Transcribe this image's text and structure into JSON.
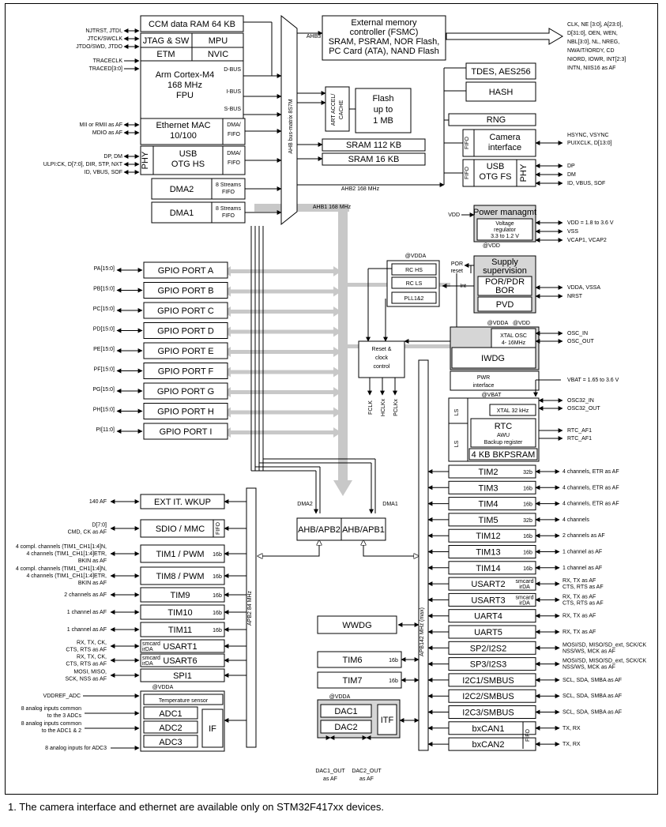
{
  "core": {
    "l1": "Arm Cortex-M4",
    "l2": "168 MHz",
    "l3": "FPU",
    "jtag": "JTAG & SW",
    "mpu": "MPU",
    "etm": "ETM",
    "nvic": "NVIC",
    "dbus": "D-BUS",
    "ibus": "I-BUS",
    "sbus": "S-BUS"
  },
  "ccm": "CCM data RAM 64 KB",
  "fsmc": {
    "l1": "External memory",
    "l2": "controller (FSMC)",
    "l3": "SRAM, PSRAM, NOR Flash,",
    "l4": "PC Card (ATA), NAND Flash"
  },
  "ahb3": "AHB3",
  "matrix": "AHB bus-matrix 8S7M",
  "art": {
    "l1": "ART ACCEL/",
    "l2": "CACHE"
  },
  "flash": {
    "l1": "Flash",
    "l2": "up to",
    "l3": "1 MB"
  },
  "sram112": "SRAM 112 KB",
  "sram16": "SRAM 16 KB",
  "ahb2bus": "AHB2 168 MHz",
  "ahb1bus": "AHB1 168 MHz",
  "eth": {
    "l1": "Ethernet MAC",
    "l2": "10/100",
    "dma": "DMA/",
    "fifo": "FIFO"
  },
  "usbhs": {
    "phy": "PHY",
    "l1": "USB",
    "l2": "OTG HS",
    "dma": "DMA/",
    "fifo": "FIFO"
  },
  "dma2": {
    "label": "DMA2",
    "s1": "8 Streams",
    "s2": "FIFO"
  },
  "dma1": {
    "label": "DMA1",
    "s1": "8 Streams",
    "s2": "FIFO"
  },
  "right_ahb": {
    "tdes": "TDES, AES256",
    "hash": "HASH",
    "rng": "RNG",
    "cam1": "Camera",
    "cam2": "interface",
    "fifo": "FIFO",
    "usbfs1": "USB",
    "usbfs2": "OTG FS",
    "phy": "PHY"
  },
  "left_sigs": {
    "jtag": [
      "NJTRST, JTDI,",
      "JTCK/SWCLK",
      "JTDO/SWD, JTDO"
    ],
    "trace": [
      "TRACECLK",
      "TRACED[3:0]"
    ],
    "eth": [
      "MII or RMII as AF",
      "MDIO as AF"
    ],
    "usbhs": [
      "DP, DM",
      "ULPI:CK, D[7:0], DIR, STP, NXT",
      "ID, VBUS, SOF"
    ]
  },
  "right_sigs": {
    "fsmc": [
      "CLK, NE [3:0], A[23:0],",
      "D[31:0], OEN, WEN,",
      "NBL[3:0], NL, NREG,",
      "NWAIT/IORDY, CD",
      "NIORD, IOWR, INT[2:3]",
      "INTN, NIIS16 as AF"
    ],
    "cam": [
      "HSYNC, VSYNC",
      "PUIXCLK, D[13:0]"
    ],
    "usbfs": [
      "DP",
      "DM",
      "ID, VBUS, SOF"
    ],
    "power": [
      "VDD = 1.8 to 3.6 V",
      "VSS",
      "VCAP1, VCAP2"
    ],
    "supply": [
      "VDDA, VSSA",
      "NRST"
    ],
    "osc": [
      "OSC_IN",
      "OSC_OUT"
    ],
    "vbat": "VBAT = 1.65 to 3.6 V",
    "osc32": [
      "OSC32_IN",
      "OSC32_OUT"
    ],
    "rtc": [
      "RTC_AF1",
      "RTC_AF1"
    ]
  },
  "gpio": [
    {
      "pin": "PA[15:0]",
      "label": "GPIO PORT A"
    },
    {
      "pin": "PB[15:0]",
      "label": "GPIO PORT B"
    },
    {
      "pin": "PC[15:0]",
      "label": "GPIO PORT C"
    },
    {
      "pin": "PD[15:0]",
      "label": "GPIO PORT D"
    },
    {
      "pin": "PE[15:0]",
      "label": "GPIO PORT E"
    },
    {
      "pin": "PF[15:0]",
      "label": "GPIO PORT F"
    },
    {
      "pin": "PG[15:0]",
      "label": "GPIO PORT G"
    },
    {
      "pin": "PH[15:0]",
      "label": "GPIO PORT H"
    },
    {
      "pin": "PI[11:0]",
      "label": "GPIO PORT I"
    }
  ],
  "power": {
    "title": "Power managmt",
    "vr1": "Voltage",
    "vr2": "regulator",
    "vr3": "3.3 to 1.2 V",
    "vdd": "VDD",
    "vddtag": "@VDD"
  },
  "supply": {
    "t1": "Supply",
    "t2": "supervision",
    "por1": "POR/PDR",
    "por2": "BOR",
    "pvd": "PVD",
    "porlbl": "POR",
    "reset": "reset",
    "int": "Int"
  },
  "clocks": {
    "vdda": "@VDDA",
    "rchs": "RC  HS",
    "rcls": "RC  LS",
    "pll": "PLL1&2",
    "r1": "Reset &",
    "r2": "clock",
    "r3": "control",
    "fclk": "FCLK",
    "hclk": "HCLKx",
    "pclk": "PCLKx"
  },
  "xtal": {
    "tag1": "@VDDA",
    "tag2": "@VDD",
    "l1": "XTAL OSC",
    "l2": "4- 16MHz",
    "iwdg": "IWDG",
    "pwr1": "PWR",
    "pwr2": "interface"
  },
  "rtc": {
    "tag": "@VBAT",
    "xtal": "XTAL 32 kHz",
    "l1": "RTC",
    "l2": "AWU",
    "l3": "Backup register",
    "bkp": "4 KB BKPSRAM",
    "ls": "LS"
  },
  "apb2_left": [
    {
      "sig": [
        "140 AF"
      ],
      "label": "EXT IT. WKUP",
      "bits": ""
    },
    {
      "sig": [
        "D[7:0]",
        "CMD, CK as AF"
      ],
      "label": "SDIO / MMC",
      "bits": "FIFO"
    },
    {
      "sig": [
        "4 compl. channels (TIM1_CH1[1:4]N,",
        "4 channels (TIM1_CH1[1:4]ETR,",
        "BKIN as AF"
      ],
      "label": "TIM1 / PWM",
      "bits": "16b"
    },
    {
      "sig": [
        "4 compl. channels (TIM1_CH1[1:4]N,",
        "4 channels (TIM1_CH1[1:4]ETR,",
        "BKIN as AF"
      ],
      "label": "TIM8 / PWM",
      "bits": "16b"
    },
    {
      "sig": [
        "2 channels as AF"
      ],
      "label": "TIM9",
      "bits": "16b"
    },
    {
      "sig": [
        "1 channel as AF"
      ],
      "label": "TIM10",
      "bits": "16b"
    },
    {
      "sig": [
        "1 channel as AF"
      ],
      "label": "TIM11",
      "bits": "16b"
    },
    {
      "sig": [
        "RX, TX, CK,",
        "CTS, RTS as AF"
      ],
      "label": "USART1",
      "bits": "smcard irDA"
    },
    {
      "sig": [
        "RX, TX, CK,",
        "CTS, RTS as AF"
      ],
      "label": "USART6",
      "bits": "smcard irDA"
    },
    {
      "sig": [
        "MOSI, MISO,",
        "SCK, NSS as AF"
      ],
      "label": "SPI1",
      "bits": ""
    }
  ],
  "adc": {
    "sig0": "VDDREF_ADC",
    "sig1": [
      "8 analog inputs common",
      "to the 3 ADCs"
    ],
    "sig2": [
      "8 analog inputs common",
      "to the ADC1 & 2"
    ],
    "sig3": "8 analog inputs for ADC3",
    "tag": "@VDDA",
    "temp": "Temperature sensor",
    "adc1": "ADC1",
    "adc2": "ADC2",
    "adc3": "ADC3",
    "if": "IF"
  },
  "apb2bus": "APB2 84 MHz",
  "apb1bus": "APB142 MHz (max)",
  "bridges": {
    "ahbapb2": "AHB/APB2",
    "ahbapb1": "AHB/APB1",
    "dma2": "DMA2",
    "dma1": "DMA1"
  },
  "mid": {
    "wwdg": "WWDG",
    "tim6": "TIM6",
    "tim7": "TIM7",
    "bits": "16b"
  },
  "dac": {
    "tag": "@VDDA",
    "dac1": "DAC1",
    "dac2": "DAC2",
    "itf": "ITF",
    "out1": [
      "DAC1_OUT",
      "as AF"
    ],
    "out2": [
      "DAC2_OUT",
      "as AF"
    ]
  },
  "apb1_right": [
    {
      "label": "TIM2",
      "bits": "32b",
      "sig": [
        "4 channels, ETR as AF"
      ]
    },
    {
      "label": "TIM3",
      "bits": "16b",
      "sig": [
        "4 channels, ETR as AF"
      ]
    },
    {
      "label": "TIM4",
      "bits": "16b",
      "sig": [
        "4 channels, ETR as AF"
      ]
    },
    {
      "label": "TIM5",
      "bits": "32b",
      "sig": [
        "4 channels"
      ]
    },
    {
      "label": "TIM12",
      "bits": "16b",
      "sig": [
        "2 channels as AF"
      ]
    },
    {
      "label": "TIM13",
      "bits": "16b",
      "sig": [
        "1 channel as AF"
      ]
    },
    {
      "label": "TIM14",
      "bits": "16b",
      "sig": [
        "1 channel as AF"
      ]
    },
    {
      "label": "USART2",
      "bits": "smcard irDA",
      "sig": [
        "RX, TX as AF",
        "CTS, RTS as AF"
      ]
    },
    {
      "label": "USART3",
      "bits": "smcard irDA",
      "sig": [
        "RX, TX as AF",
        "CTS, RTS as AF"
      ]
    },
    {
      "label": "UART4",
      "bits": "",
      "sig": [
        "RX, TX as AF"
      ]
    },
    {
      "label": "UART5",
      "bits": "",
      "sig": [
        "RX, TX as AF"
      ]
    },
    {
      "label": "SP2/I2S2",
      "bits": "",
      "sig": [
        "MOSI/SD, MISO/SD_ext, SCK/CK",
        "NSS/WS, MCK as AF"
      ]
    },
    {
      "label": "SP3/I2S3",
      "bits": "",
      "sig": [
        "MOSI/SD, MISO/SD_ext, SCK/CK",
        "NSS/WS, MCK as AF"
      ]
    },
    {
      "label": "I2C1/SMBUS",
      "bits": "",
      "sig": [
        "SCL, SDA, SMBA as AF"
      ]
    },
    {
      "label": "I2C2/SMBUS",
      "bits": "",
      "sig": [
        "SCL, SDA, SMBA as AF"
      ]
    },
    {
      "label": "I2C3/SMBUS",
      "bits": "",
      "sig": [
        "SCL, SDA, SMBA as AF"
      ]
    },
    {
      "label": "bxCAN1",
      "bits": "",
      "sig": [
        "TX, RX"
      ]
    },
    {
      "label": "bxCAN2",
      "bits": "",
      "sig": [
        "TX, RX"
      ]
    }
  ],
  "footnote": "1.   The camera interface and ethernet are available only on STM32F417xx devices.",
  "colors": {
    "line": "#000000",
    "bus": "#c8c8c8",
    "shade": "#d6d6d6"
  }
}
